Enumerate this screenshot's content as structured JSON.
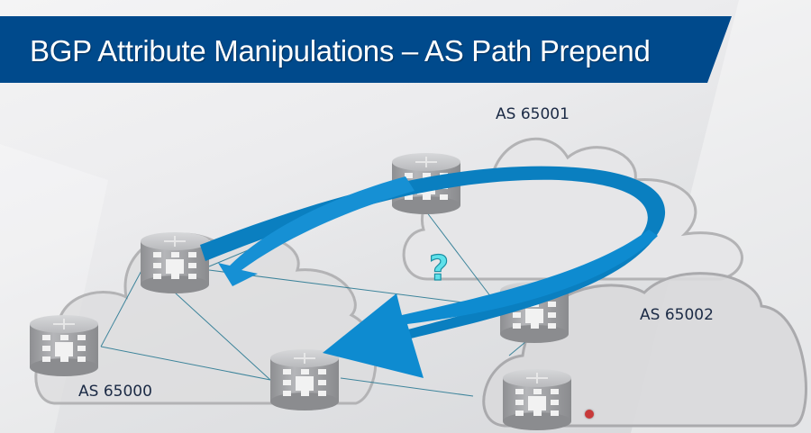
{
  "slide": {
    "title": "BGP Attribute Manipulations – AS Path Prepend",
    "title_bar_color": "#004a8c",
    "arrow_color": "#0a86c9",
    "link_color": "#2b7a93"
  },
  "autonomous_systems": [
    {
      "id": "as65000",
      "label": "AS 65000",
      "routers": 3
    },
    {
      "id": "as65001",
      "label": "AS 65001",
      "routers": 1
    },
    {
      "id": "as65002",
      "label": "AS 65002",
      "routers": 2
    }
  ],
  "annotations": {
    "question_mark": "?"
  },
  "icons": {
    "router": "router-icon",
    "cloud": "cloud-icon",
    "arrow": "curved-arrow-icon",
    "cursor": "pointer-icon"
  }
}
